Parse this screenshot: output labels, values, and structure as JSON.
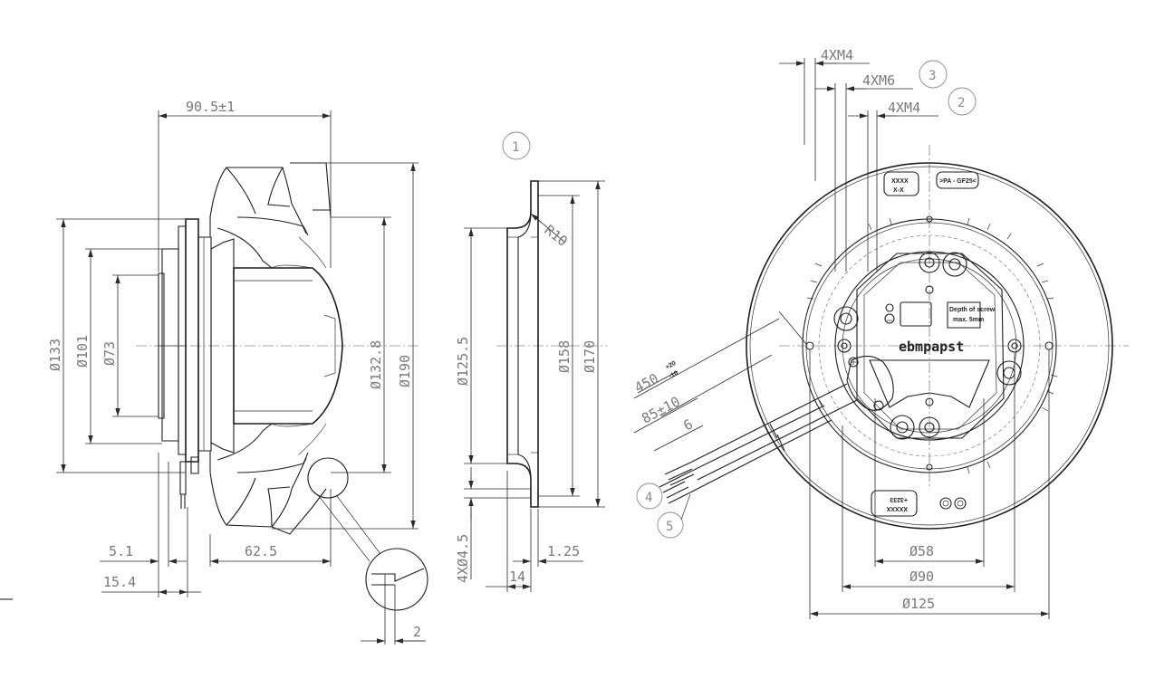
{
  "side_view": {
    "dimensions": {
      "overall_depth": "90.5±1",
      "d133": "Ø133",
      "d101": "Ø101",
      "d73": "Ø73",
      "d132_8": "Ø132.8",
      "d190": "Ø190",
      "w5_1": "5.1",
      "w15_4": "15.4",
      "w62_5": "62.5",
      "detail_2": "2"
    }
  },
  "inlet_ring": {
    "callout": "1",
    "dimensions": {
      "radius": "R10",
      "d125_5": "Ø125.5",
      "d158": "Ø158",
      "d170": "Ø170",
      "holes": "4XØ4.5",
      "w14": "14",
      "w1_25": "1.25"
    }
  },
  "front_view": {
    "callouts": {
      "c2": "2",
      "c3": "3",
      "c4": "4",
      "c5": "5"
    },
    "threads": {
      "t1": "4XM4",
      "t2": "4XM6",
      "t3": "4XM4"
    },
    "cable": {
      "len_450": "450",
      "len_450_tol_plus": "+20",
      "len_450_tol_minus": "-10",
      "len_85": "85±10",
      "len_6": "6"
    },
    "dimensions": {
      "d58": "Ø58",
      "d90": "Ø90",
      "d125": "Ø125"
    },
    "labels": {
      "brand": "ebmpapst",
      "part_top_1": "XXXX",
      "part_top_2": "X-X",
      "material": ">PA - GF25<",
      "depth_1": "Depth of screw",
      "depth_2": "max. 5mm",
      "part_bottom_1": "+3233",
      "part_bottom_2": "XXXXX"
    }
  }
}
